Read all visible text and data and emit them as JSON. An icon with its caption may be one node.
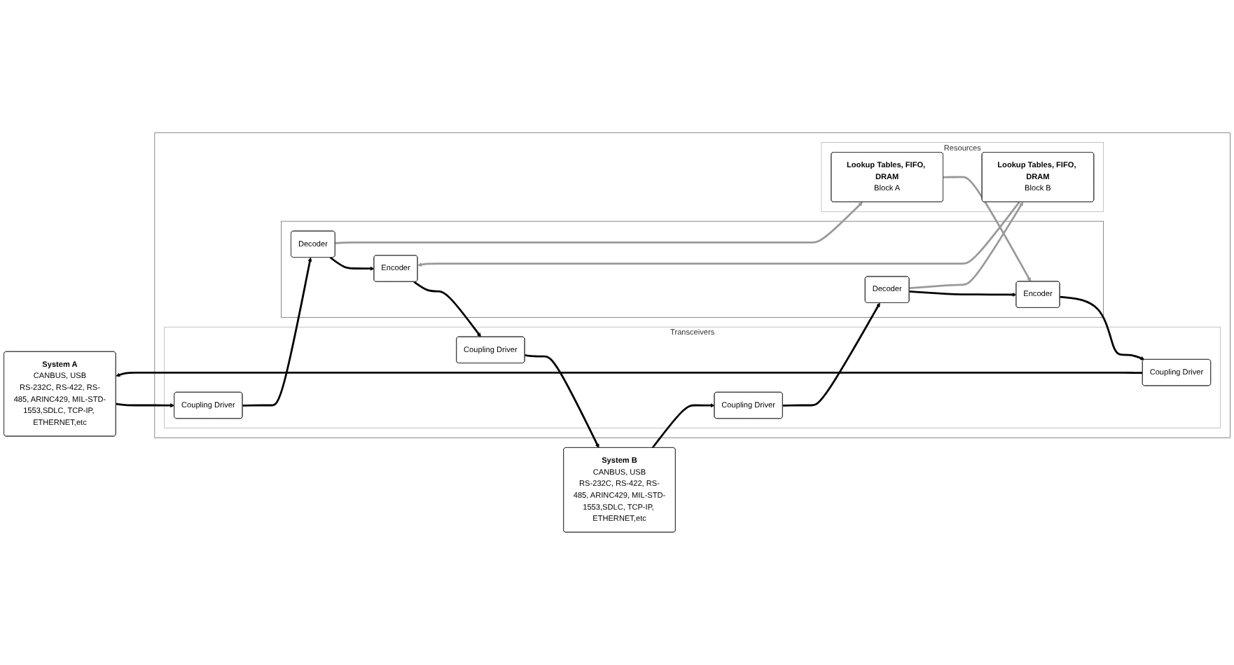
{
  "diagram": {
    "nodes": [
      {
        "text": [
          "System A",
          "CANBUS, USB",
          "RS-232C, RS-422, RS-485, ARINC429, MIL-STD-1553,SDLC, TCP-IP, ETHERNET,etc"
        ]
      },
      {
        "text": [
          "System B",
          "CANBUS, USB",
          "RS-232C, RS-422, RS-485, ARINC429, MIL-STD-1553,SDLC, TCP-IP, ETHERNET,etc"
        ]
      },
      {
        "text": [],
        "shape": "box"
      },
      {
        "text": [
          "Transceivers"
        ],
        "in": 2
      },
      {
        "text": [],
        "shape": "box",
        "in": 2
      },
      {
        "text": [
          "Resources"
        ],
        "in": 2
      },
      {
        "text": [
          "Coupling Driver"
        ],
        "in": 3
      },
      {
        "text": [
          "Coupling Driver"
        ],
        "in": 3
      },
      {
        "text": [
          "Coupling Driver"
        ],
        "in": 3
      },
      {
        "text": [
          "Coupling Driver"
        ],
        "in": 3
      },
      {
        "text": [
          "Decoder"
        ],
        "in": 4
      },
      {
        "text": [
          "Encoder"
        ],
        "in": 4
      },
      {
        "text": [
          "Decoder"
        ],
        "in": 4
      },
      {
        "text": [
          "Encoder"
        ],
        "in": 4
      },
      {
        "text": [
          "Lookup Tables, FIFO, DRAM",
          "Block A"
        ],
        "in": 5
      },
      {
        "text": [
          "Lookup Tables, FIFO, DRAM",
          "Block B"
        ],
        "in": 5
      }
    ],
    "edges": [
      {
        "from": 0,
        "to": 6,
        "arrow": "to"
      },
      {
        "from": 7,
        "to": 0,
        "arrow": "to"
      },
      {
        "from": 1,
        "to": 8,
        "arrow": "to"
      },
      {
        "from": 9,
        "to": 1,
        "arrow": "to"
      },
      {
        "from": 6,
        "to": 10,
        "arrow": "to"
      },
      {
        "from": 11,
        "to": 7,
        "arrow": "to"
      },
      {
        "from": 8,
        "to": 12,
        "arrow": "to"
      },
      {
        "from": 13,
        "to": 9,
        "arrow": "to"
      },
      {
        "from": 12,
        "to": 11,
        "arrow": "to"
      },
      {
        "from": 10,
        "to": 13,
        "arrow": "to"
      },
      {
        "from": 10,
        "to": 14,
        "arrow": "to",
        "color": "#999999"
      },
      {
        "from": 14,
        "to": 11,
        "arrow": "to",
        "color": "#999999"
      },
      {
        "from": 12,
        "to": 15,
        "arrow": "to",
        "color": "#999999"
      },
      {
        "from": 15,
        "to": 13,
        "arrow": "to",
        "color": "#999999"
      }
    ]
  }
}
